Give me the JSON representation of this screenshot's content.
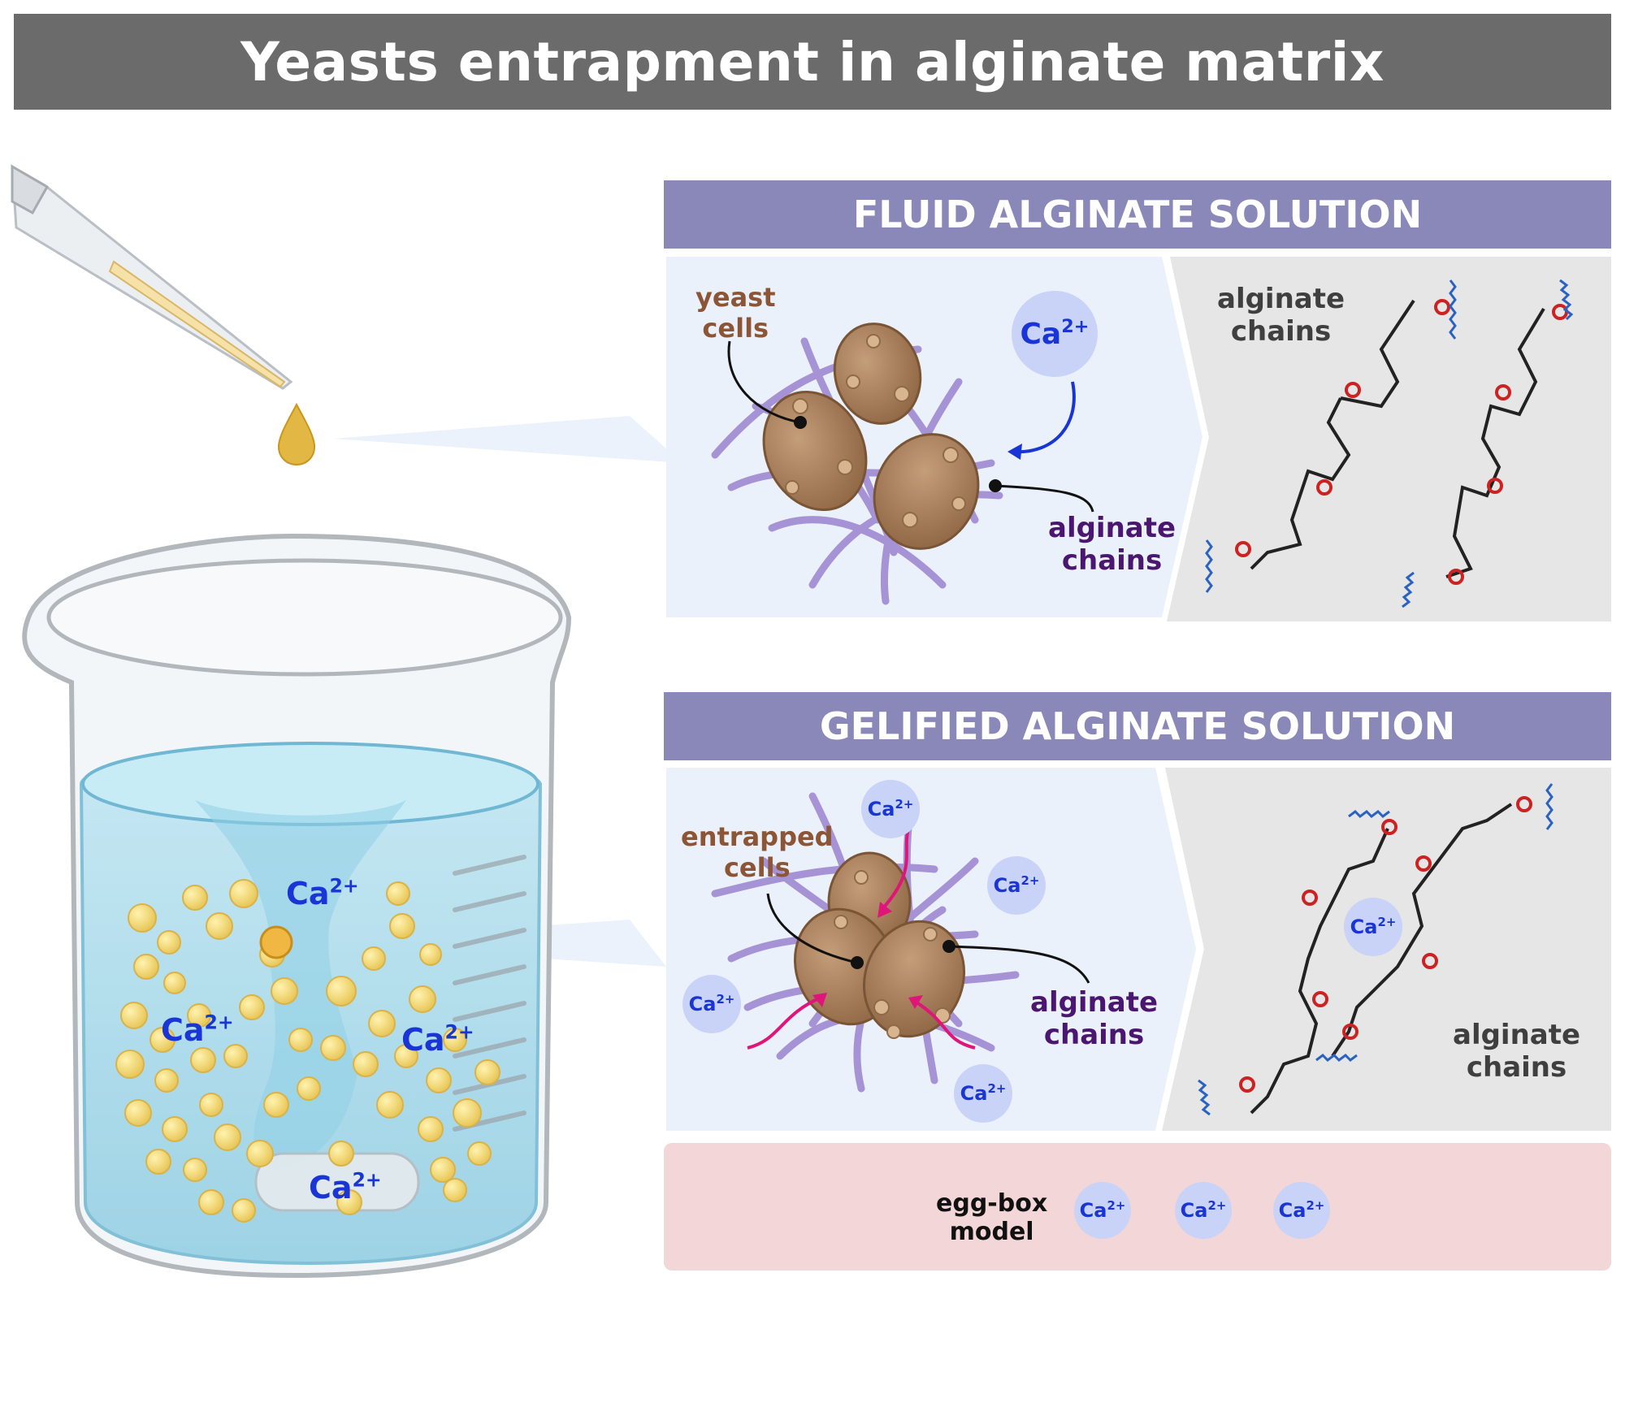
{
  "title": "Yeasts entrapment in alginate matrix",
  "panel_fluid": {
    "header": "FLUID ALGINATE SOLUTION",
    "yeast_label": "yeast cells",
    "yeast_line1": "yeast",
    "yeast_line2": "cells",
    "ion_base": "Ca",
    "ion_sup": "2+",
    "alginate_label_line1": "alginate",
    "alginate_label_line2": "chains",
    "structure_label_line1": "alginate",
    "structure_label_line2": "chains"
  },
  "panel_gel": {
    "header": "GELIFIED ALGINATE SOLUTION",
    "entrapped_line1": "entrapped",
    "entrapped_line2": "cells",
    "ion_base": "Ca",
    "ion_sup": "2+",
    "alginate_label_line1": "alginate",
    "alginate_label_line2": "chains",
    "structure_label_line1": "alginate",
    "structure_label_line2": "chains"
  },
  "egg_box": {
    "label_line1": "egg-box",
    "label_line2": "model",
    "ion_base": "Ca",
    "ion_sup": "2+"
  },
  "beaker": {
    "ion_base": "Ca",
    "ion_sup": "2+"
  },
  "colors": {
    "title_bar": "#6b6b6b",
    "panel_header": "#8a87b9",
    "panel_bg": "#eaf1fb",
    "structure_bg": "#e6e6e6",
    "egg_box_bg": "#f3d6d8",
    "ion_text": "#1a35d6",
    "ion_circle": "#c9d3f7",
    "alginate_fiber": "#9b83cf",
    "yeast_cell": "#a9805c",
    "droplet": "#e3b744",
    "water": "#a9d9ea",
    "oxygen": "#cc2222"
  }
}
